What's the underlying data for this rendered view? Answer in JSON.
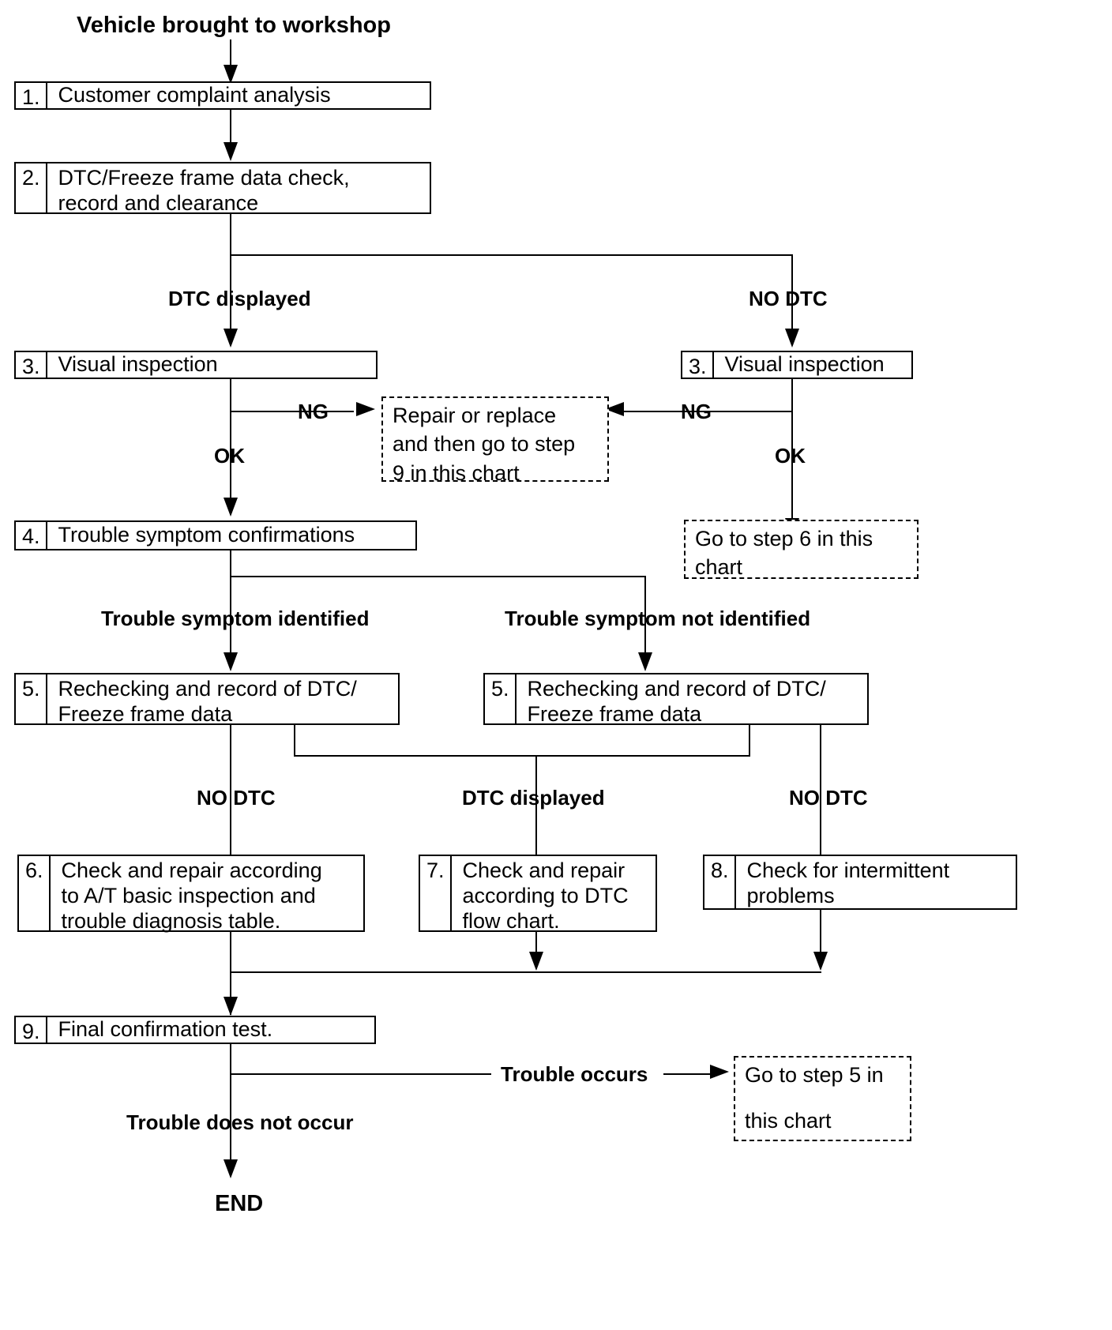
{
  "chart_data": {
    "type": "diagram",
    "title": "A/T Basic Trouble Diagnosis Flow Chart",
    "diagram_kind": "flowchart"
  },
  "start": {
    "label": "Vehicle  brought to workshop"
  },
  "end": {
    "label": "END"
  },
  "steps": {
    "s1": {
      "num": "1.",
      "text": "Customer complaint analysis"
    },
    "s2": {
      "num": "2.",
      "line1": "DTC/Freeze frame data check,",
      "line2": "record and clearance"
    },
    "s3_left": {
      "num": "3.",
      "text": "Visual inspection"
    },
    "s3_right": {
      "num": "3.",
      "text": "Visual inspection"
    },
    "s4": {
      "num": "4.",
      "text": "Trouble symptom confirmations"
    },
    "s5_left": {
      "num": "5.",
      "line1": "Rechecking and record of DTC/",
      "line2": "Freeze  frame data"
    },
    "s5_right": {
      "num": "5.",
      "line1": "Rechecking and record of DTC/",
      "line2": "Freeze  frame data"
    },
    "s6": {
      "num": "6.",
      "line1": "Check and repair according",
      "line2": "to A/T basic inspection and",
      "line3": "trouble diagnosis table."
    },
    "s7": {
      "num": "7.",
      "line1": "Check  and  repair",
      "line2": "according to DTC",
      "line3": "flow chart."
    },
    "s8": {
      "num": "8.",
      "line1": "Check for intermittent",
      "line2": "problems"
    },
    "s9": {
      "num": "9.",
      "text": "Final confirmation test."
    }
  },
  "refs": {
    "repair_replace": {
      "line1": "Repair or replace",
      "line2": "and then go to step",
      "line3": "9 in this chart"
    },
    "goto_step6": {
      "line1": "Go to step 6 in this",
      "line2": "chart"
    },
    "goto_step5": {
      "line1": "Go to step 5 in",
      "line2": "this chart"
    }
  },
  "labels": {
    "dtc_displayed_top": "DTC displayed",
    "no_dtc_top": "NO DTC",
    "ng_left": "NG",
    "ng_right": "NG",
    "ok_left": "OK",
    "ok_right": "OK",
    "symptom_identified": "Trouble symptom identified",
    "symptom_not_identified": "Trouble symptom not identified",
    "no_dtc_left": "NO DTC",
    "dtc_displayed_mid": "DTC displayed",
    "no_dtc_right": "NO DTC",
    "trouble_occurs": "Trouble occurs",
    "trouble_does_not_occur": "Trouble does not occur"
  },
  "colors": {
    "ink": "#000000",
    "paper": "#ffffff"
  }
}
